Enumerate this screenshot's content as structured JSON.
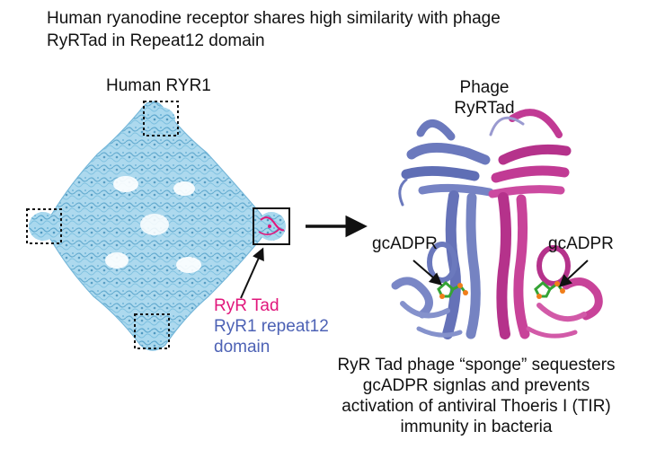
{
  "title": {
    "line1": "Human ryanodine receptor shares high similarity with phage",
    "line2": "RyRTad in Repeat12 domain"
  },
  "ryr1": {
    "label": "Human RYR1"
  },
  "phage": {
    "line1": "Phage",
    "line2": "RyRTad"
  },
  "legend": {
    "tad": "RyR Tad",
    "repeat_line1": "RyR1 repeat12",
    "repeat_line2": "domain"
  },
  "ligand": {
    "left": "gcADPR",
    "right": "gcADPR"
  },
  "caption": {
    "line1": "RyR Tad phage “sponge” sequesters",
    "line2": "gcADPR signlas and prevents",
    "line3": "activation of antiviral Thoeris I (TIR)",
    "line4": "immunity in bacteria"
  },
  "colors": {
    "ryr1_structure": "#8fcbe6",
    "ryr_tad": "#e1177c",
    "repeat12": "#4d62b5",
    "ligand_carbon": "#35a335",
    "ligand_oxygen": "#f07e1a"
  }
}
